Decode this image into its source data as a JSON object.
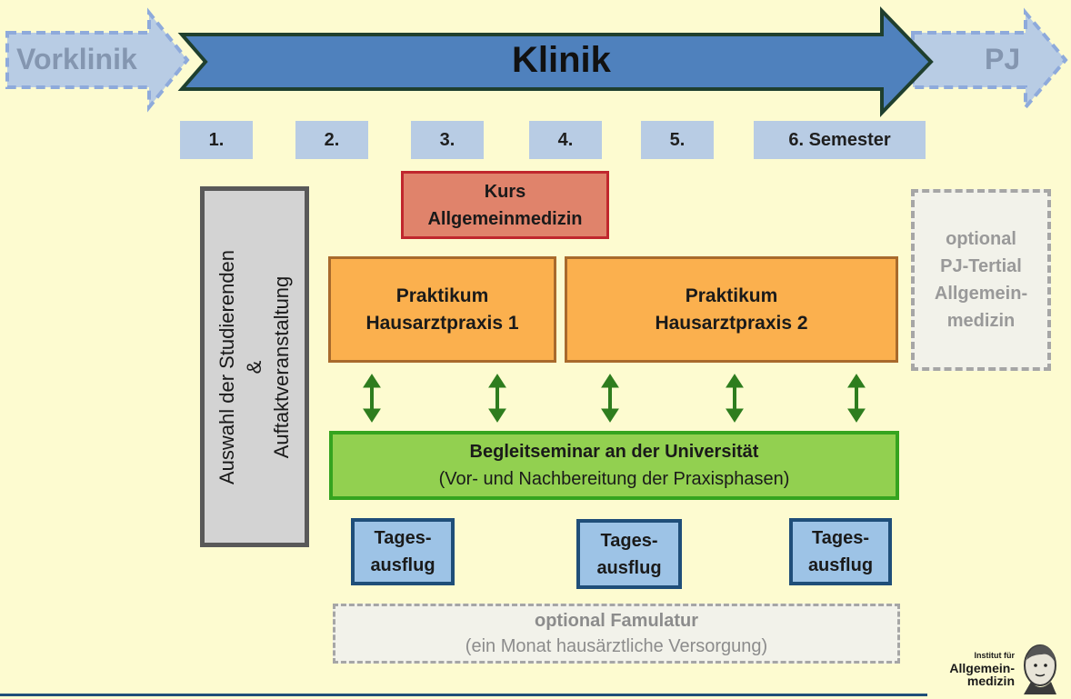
{
  "arrows": {
    "vorklinik": "Vorklinik",
    "klinik": "Klinik",
    "pj": "PJ"
  },
  "semesters": [
    "1.",
    "2.",
    "3.",
    "4.",
    "5.",
    "6. Semester"
  ],
  "kurs": {
    "line1": "Kurs",
    "line2": "Allgemeinmedizin"
  },
  "auswahl": {
    "line1": "Auswahl der Studierenden",
    "line2": "&",
    "line3": "Auftaktveranstaltung"
  },
  "praktikum1": {
    "line1": "Praktikum",
    "line2": "Hausarztpraxis 1"
  },
  "praktikum2": {
    "line1": "Praktikum",
    "line2": "Hausarztpraxis 2"
  },
  "pj_optional": {
    "line1": "optional",
    "line2": "PJ-Tertial",
    "line3": "Allgemein-",
    "line4": "medizin"
  },
  "begleitseminar": {
    "title": "Begleitseminar an der Universität",
    "subtitle": "(Vor- und Nachbereitung der Praxisphasen)"
  },
  "tagesausflug": [
    {
      "line1": "Tages-",
      "line2": "ausflug"
    },
    {
      "line1": "Tages-",
      "line2": "ausflug"
    },
    {
      "line1": "Tages-",
      "line2": "ausflug"
    }
  ],
  "famulatur": {
    "title": "optional Famulatur",
    "subtitle": "(ein Monat hausärztliche Versorgung)"
  },
  "logo": {
    "line1": "Institut für",
    "line2": "Allgemein-",
    "line3": "medizin"
  },
  "colors": {
    "background": "#fdfbd0",
    "klinik_arrow": "#4f81bd",
    "klinik_border": "#17375e",
    "side_arrows": "#b8cce4",
    "semester_box": "#b8cce4",
    "kurs": "#e0836b",
    "praktikum": "#fbb04e",
    "begleitseminar": "#92d050",
    "tagesausflug": "#9dc3e6",
    "double_arrow": "#2e7d1e"
  }
}
